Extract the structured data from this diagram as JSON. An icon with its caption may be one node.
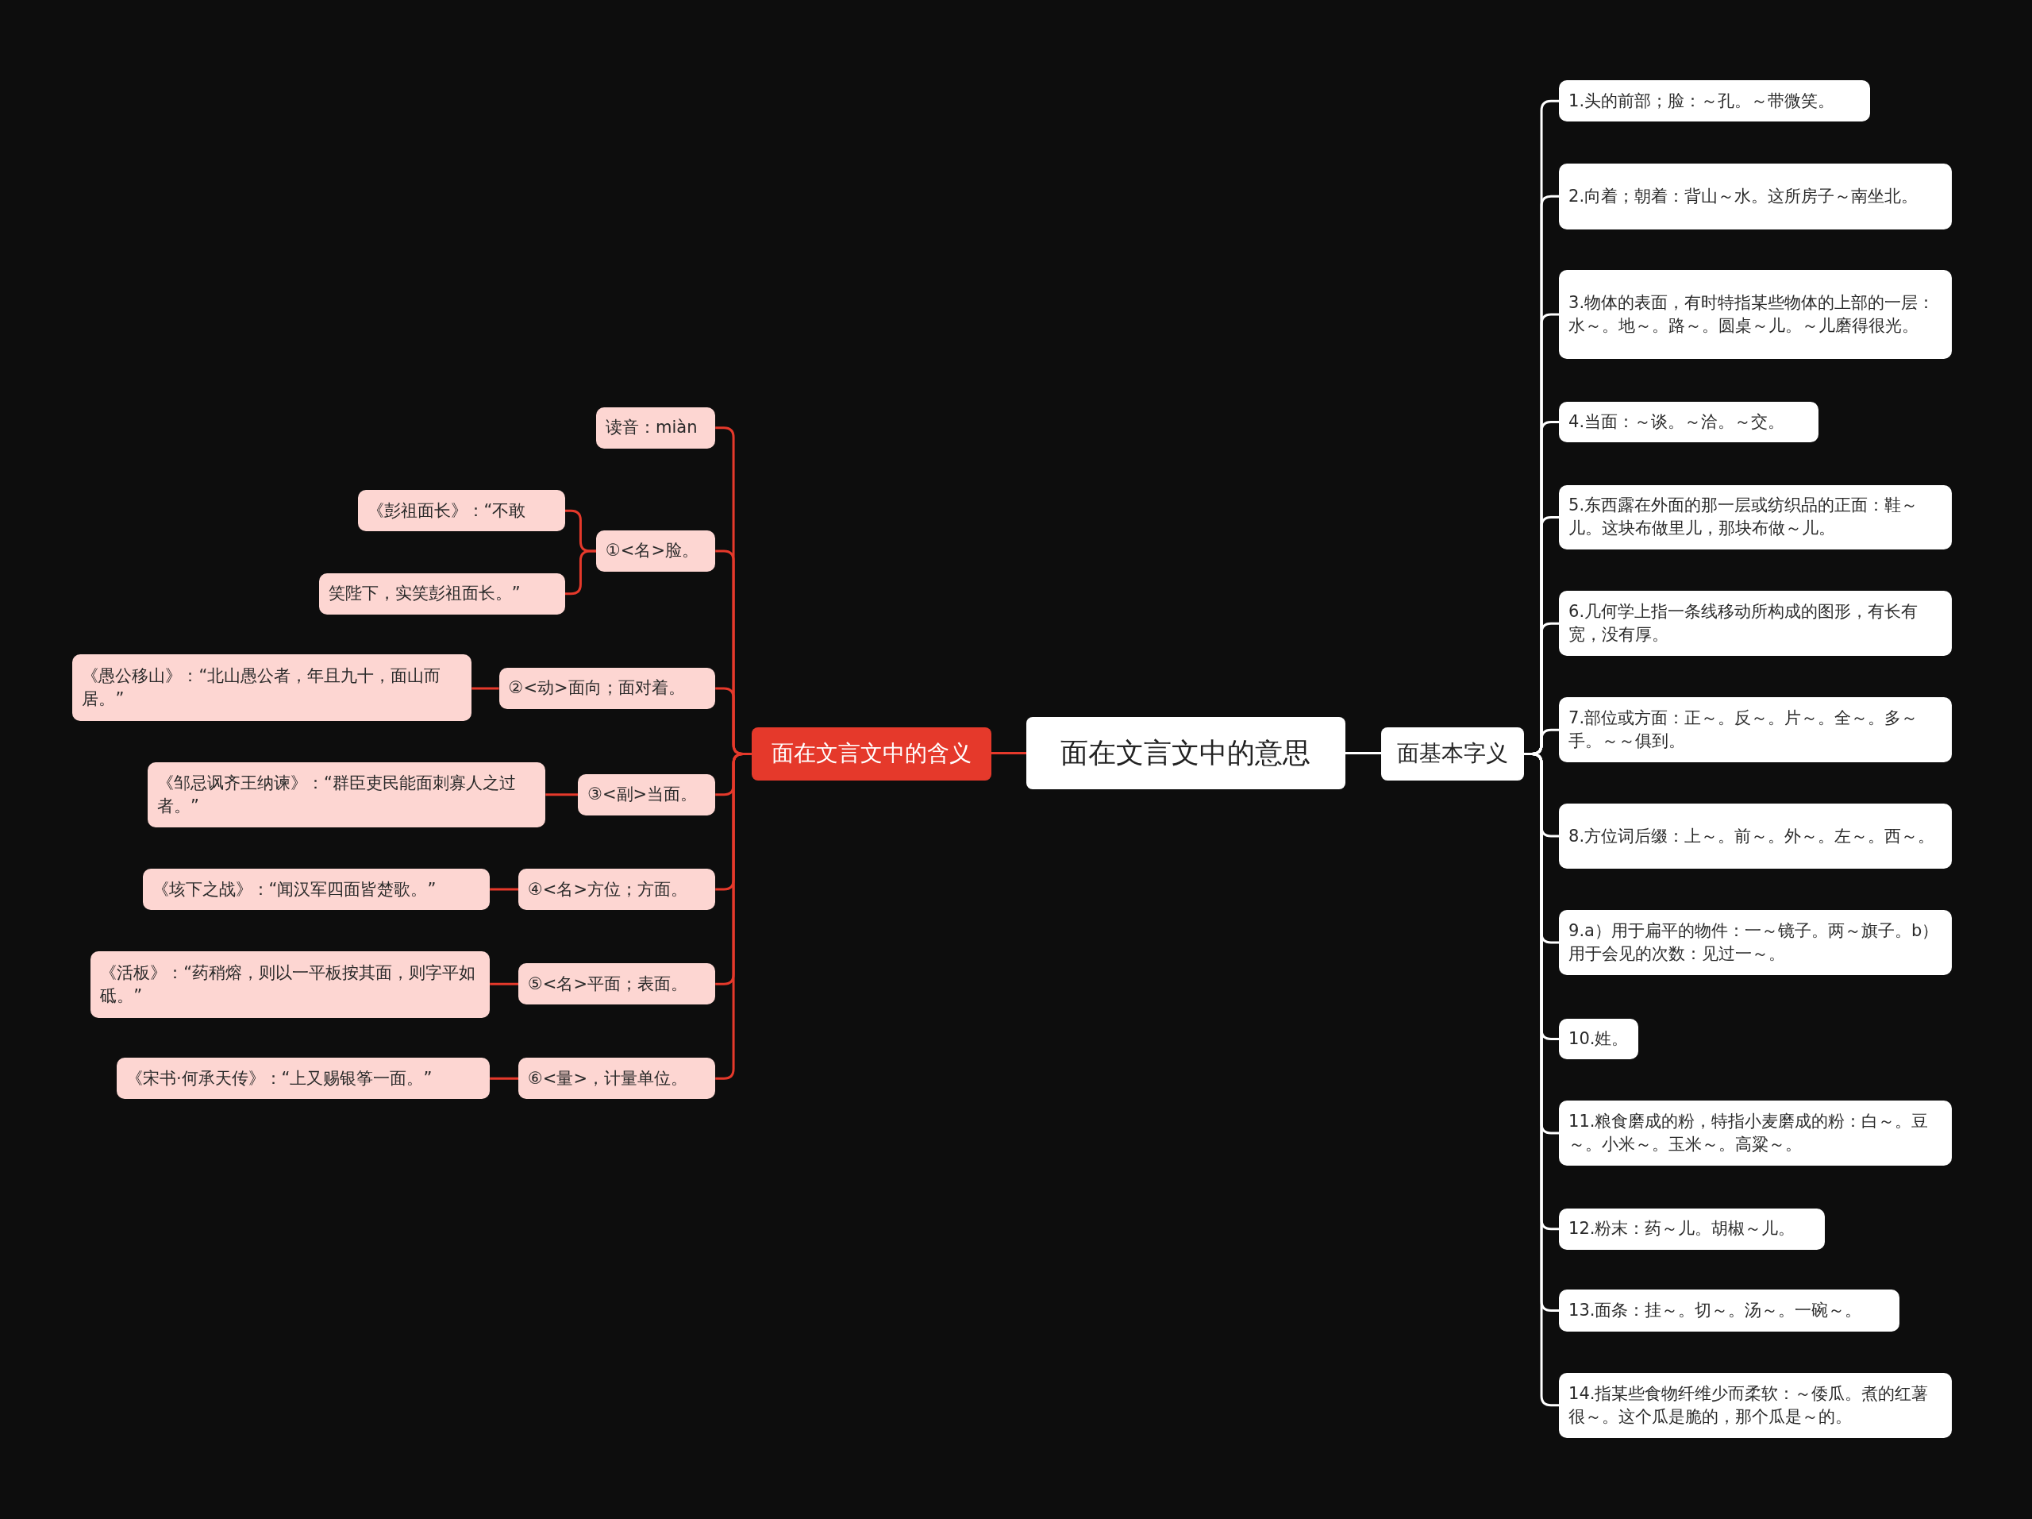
{
  "diagram": {
    "nodes": [
      {
        "text": [
          "面在文言文中的意思"
        ]
      },
      {
        "text": [
          "面在文言文中的含义"
        ]
      },
      {
        "text": [
          "读音：miàn"
        ]
      },
      {
        "text": [
          "①<名>脸。"
        ]
      },
      {
        "text": [
          "《彭祖面长》：“不敢"
        ]
      },
      {
        "text": [
          "笑陛下，实笑彭祖面长。”"
        ]
      },
      {
        "text": [
          "②<动>面向；面对着。"
        ]
      },
      {
        "text": [
          "《愚公移山》：“北山愚公者，年且九十，面山而居。”"
        ]
      },
      {
        "text": [
          "③<副>当面。"
        ]
      },
      {
        "text": [
          "《邹忌讽齐王纳谏》：“群臣吏民能面刺寡人之过者。”"
        ]
      },
      {
        "text": [
          "④<名>方位；方面。"
        ]
      },
      {
        "text": [
          "《垓下之战》：“闻汉军四面皆楚歌。”"
        ]
      },
      {
        "text": [
          "⑤<名>平面；表面。"
        ]
      },
      {
        "text": [
          "《活板》：“药稍熔，则以一平板按其面，则字平如砥。”"
        ]
      },
      {
        "text": [
          "⑥<量>，计量单位。"
        ]
      },
      {
        "text": [
          "《宋书·何承天传》：“上又赐银筝一面。”"
        ]
      },
      {
        "text": [
          "面基本字义"
        ]
      },
      {
        "text": [
          "1.头的前部；脸：～孔。～带微笑。"
        ]
      },
      {
        "text": [
          "2.向着；朝着：背山～水。这所房子～南坐北。"
        ]
      },
      {
        "text": [
          "3.物体的表面，有时特指某些物体的上部的一层：水～。地～。路～。圆桌～儿。～儿磨得很光。"
        ]
      },
      {
        "text": [
          "4.当面：～谈。～洽。～交。"
        ]
      },
      {
        "text": [
          "5.东西露在外面的那一层或纺织品的正面：鞋～儿。这块布做里儿，那块布做～儿。"
        ]
      },
      {
        "text": [
          "6.几何学上指一条线移动所构成的图形，有长有宽，没有厚。"
        ]
      },
      {
        "text": [
          "7.部位或方面：正～。反～。片～。全～。多～手。～～俱到。"
        ]
      },
      {
        "text": [
          "8.方位词后缀：上～。前～。外～。左～。西～。"
        ]
      },
      {
        "text": [
          "9.a）用于扁平的物件：一～镜子。两～旗子。b）用于会见的次数：见过一～。"
        ]
      },
      {
        "text": [
          "10.姓。"
        ]
      },
      {
        "text": [
          "11.粮食磨成的粉，特指小麦磨成的粉：白～。豆～。小米～。玉米～。高粱～。"
        ]
      },
      {
        "text": [
          "12.粉末：药～儿。胡椒～儿。"
        ]
      },
      {
        "text": [
          "13.面条：挂～。切～。汤～。一碗～。"
        ]
      },
      {
        "text": [
          "14.指某些食物纤维少而柔软：～倭瓜。煮的红薯很～。这个瓜是脆的，那个瓜是～的。"
        ]
      }
    ],
    "edges": [
      {
        "from": 0,
        "to": 1,
        "arrow": "none",
        "color": "#e5392b"
      },
      {
        "from": 1,
        "to": 2,
        "arrow": "none",
        "color": "#e5392b"
      },
      {
        "from": 1,
        "to": 3,
        "arrow": "none",
        "color": "#e5392b"
      },
      {
        "from": 3,
        "to": 4,
        "arrow": "none",
        "color": "#e5392b"
      },
      {
        "from": 3,
        "to": 5,
        "arrow": "none",
        "color": "#e5392b"
      },
      {
        "from": 1,
        "to": 6,
        "arrow": "none",
        "color": "#e5392b"
      },
      {
        "from": 6,
        "to": 7,
        "arrow": "none",
        "color": "#e5392b"
      },
      {
        "from": 1,
        "to": 8,
        "arrow": "none",
        "color": "#e5392b"
      },
      {
        "from": 8,
        "to": 9,
        "arrow": "none",
        "color": "#e5392b"
      },
      {
        "from": 1,
        "to": 10,
        "arrow": "none",
        "color": "#e5392b"
      },
      {
        "from": 10,
        "to": 11,
        "arrow": "none",
        "color": "#e5392b"
      },
      {
        "from": 1,
        "to": 12,
        "arrow": "none",
        "color": "#e5392b"
      },
      {
        "from": 12,
        "to": 13,
        "arrow": "none",
        "color": "#e5392b"
      },
      {
        "from": 1,
        "to": 14,
        "arrow": "none",
        "color": "#e5392b"
      },
      {
        "from": 14,
        "to": 15,
        "arrow": "none",
        "color": "#e5392b"
      },
      {
        "from": 0,
        "to": 16,
        "arrow": "none",
        "color": "#ffffff"
      },
      {
        "from": 16,
        "to": 17,
        "arrow": "none",
        "color": "#ffffff"
      },
      {
        "from": 16,
        "to": 18,
        "arrow": "none",
        "color": "#ffffff"
      },
      {
        "from": 16,
        "to": 19,
        "arrow": "none",
        "color": "#ffffff"
      },
      {
        "from": 16,
        "to": 20,
        "arrow": "none",
        "color": "#ffffff"
      },
      {
        "from": 16,
        "to": 21,
        "arrow": "none",
        "color": "#ffffff"
      },
      {
        "from": 16,
        "to": 22,
        "arrow": "none",
        "color": "#ffffff"
      },
      {
        "from": 16,
        "to": 23,
        "arrow": "none",
        "color": "#ffffff"
      },
      {
        "from": 16,
        "to": 24,
        "arrow": "none",
        "color": "#ffffff"
      },
      {
        "from": 16,
        "to": 25,
        "arrow": "none",
        "color": "#ffffff"
      },
      {
        "from": 16,
        "to": 26,
        "arrow": "none",
        "color": "#ffffff"
      },
      {
        "from": 16,
        "to": 27,
        "arrow": "none",
        "color": "#ffffff"
      },
      {
        "from": 16,
        "to": 28,
        "arrow": "none",
        "color": "#ffffff"
      },
      {
        "from": 16,
        "to": 29,
        "arrow": "none",
        "color": "#ffffff"
      },
      {
        "from": 16,
        "to": 30,
        "arrow": "none",
        "color": "#ffffff"
      }
    ]
  }
}
